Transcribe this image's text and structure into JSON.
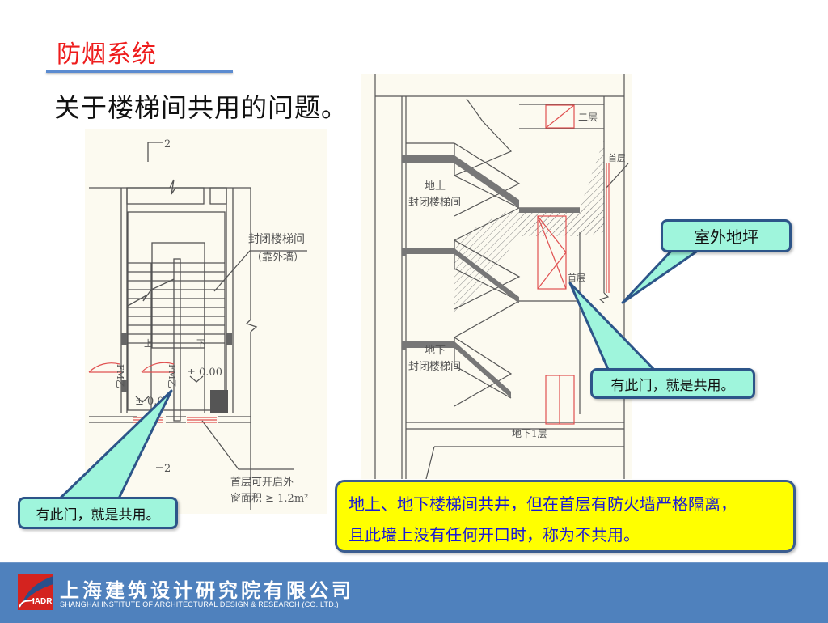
{
  "slide": {
    "title": "防烟系统",
    "subtitle": "关于楼梯间共用的问题。"
  },
  "left_drawing": {
    "section_mark_top": "2",
    "section_mark_bottom": "2",
    "label_stair": "封闭楼梯间",
    "label_stair_sub": "（靠外墙）",
    "label_up": "上",
    "label_down": "下",
    "door_code_1": "FM乙",
    "door_code_2": "FM乙",
    "elevation_1": "± 0.00",
    "elevation_2": "± 0.0",
    "window_note_1": "首层可开启外",
    "window_note_2": "窗面积 ≥ 1.2m²"
  },
  "right_drawing": {
    "label_floor2": "二层",
    "label_ground": "首层",
    "label_ground_inner": "首层",
    "label_above_1": "地上",
    "label_above_2": "封闭楼梯间",
    "label_below_1": "地下",
    "label_below_2": "封闭楼梯间",
    "label_basement1": "地下1层"
  },
  "callouts": {
    "left_door": "有此门，就是共用。",
    "right_door": "有此门，就是共用。",
    "outdoor_grade": "室外地坪"
  },
  "note": {
    "line1": "地上、地下楼梯间共井，但在首层有防火墙严格隔离，",
    "line2": "且此墙上没有任何开口时，称为不共用。"
  },
  "footer": {
    "logo_text": "IADR",
    "company_cn": "上海建筑设计研究院有限公司",
    "company_en": "SHANGHAI INSTITUTE OF ARCHITECTURAL DESIGN & RESEARCH (CO.,LTD.)"
  },
  "colors": {
    "title_red": "#ee1c1c",
    "rule_blue": "#5b8bd0",
    "callout_fill": "#9ff5dc",
    "callout_border": "#2d5589",
    "note_fill": "#ffff00",
    "note_text": "#1a1ad6",
    "footer_blue": "#4f81bd",
    "logo_red": "#d4231f"
  }
}
